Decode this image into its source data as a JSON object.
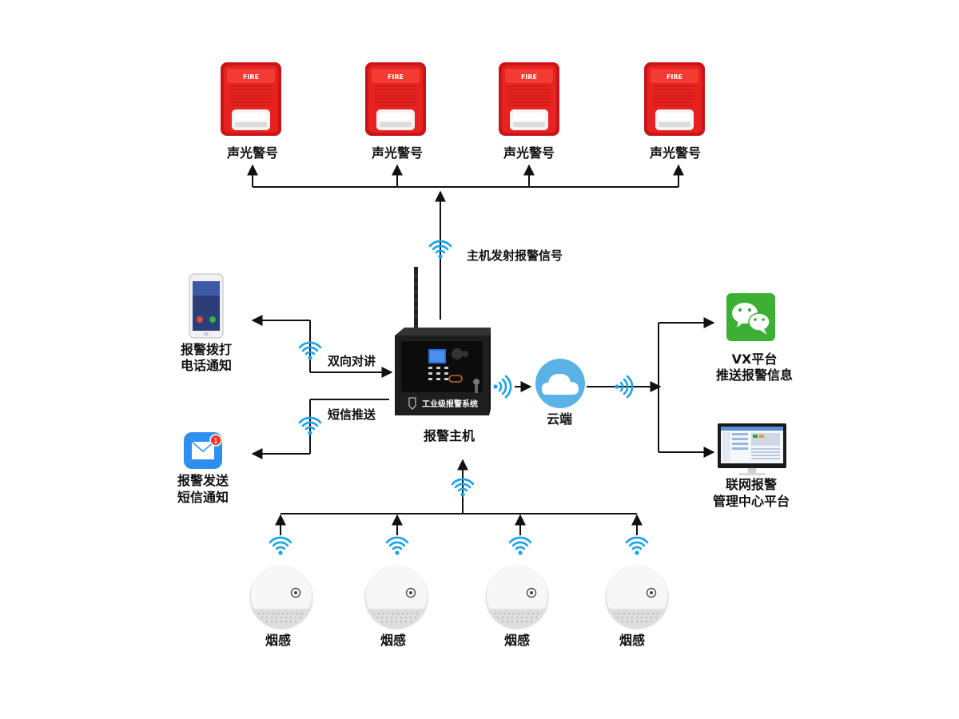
{
  "sirens": [
    {
      "label": "声光警号",
      "badge": "FIRE"
    },
    {
      "label": "声光警号",
      "badge": "FIRE"
    },
    {
      "label": "声光警号",
      "badge": "FIRE"
    },
    {
      "label": "声光警号",
      "badge": "FIRE"
    }
  ],
  "smoke_detectors": [
    {
      "label": "烟感"
    },
    {
      "label": "烟感"
    },
    {
      "label": "烟感"
    },
    {
      "label": "烟感"
    }
  ],
  "host": {
    "label": "报警主机",
    "panel_text": "工业级报警系统",
    "emit_label": "主机发射报警信号"
  },
  "left": {
    "intercom_label": "双向对讲",
    "sms_label": "短信推送",
    "phone_label_1": "报警拨打",
    "phone_label_2": "电话通知",
    "mail_label_1": "报警发送",
    "mail_label_2": "短信通知",
    "mail_badge": "1"
  },
  "cloud": {
    "label": "云端"
  },
  "right": {
    "wechat_label_1": "VX平台",
    "wechat_label_2": "推送报警信息",
    "center_label_1": "联网报警",
    "center_label_2": "管理中心平台"
  },
  "colors": {
    "siren_red": "#e8231f",
    "wifi_blue": "#1aa3e8",
    "wechat_green": "#3cb034",
    "mail_blue": "#2f8ff0",
    "cloud_blue": "#5ab2e6",
    "line": "#111111"
  }
}
